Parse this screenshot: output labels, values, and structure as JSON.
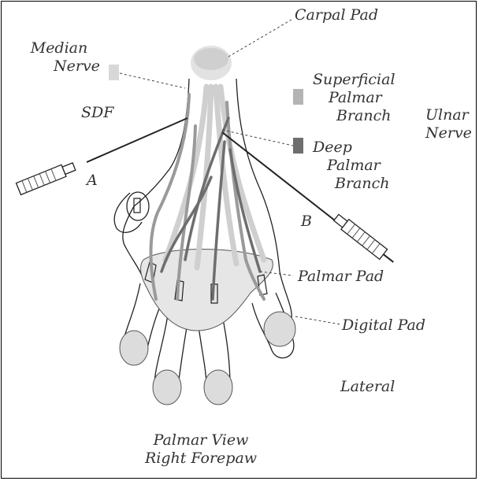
{
  "labels": {
    "carpal_pad": "Carpal Pad",
    "median_nerve_line1": "Median",
    "median_nerve_line2": "Nerve",
    "sdf": "SDF",
    "superficial_line1": "Superficial",
    "superficial_line2": "Palmar",
    "superficial_line3": "Branch",
    "ulnar_line1": "Ulnar",
    "ulnar_line2": "Nerve",
    "deep_line1": "Deep",
    "deep_line2": "Palmar",
    "deep_line3": "Branch",
    "needle_a": "A",
    "needle_b": "B",
    "palmar_pad": "Palmar Pad",
    "digital_pad": "Digital Pad",
    "lateral": "Lateral",
    "caption_line1": "Palmar View",
    "caption_line2": "Right Forepaw"
  },
  "legend": {
    "median_color": "#d8d8d8",
    "superficial_color": "#b4b4b4",
    "deep_color": "#6e6e6e"
  }
}
